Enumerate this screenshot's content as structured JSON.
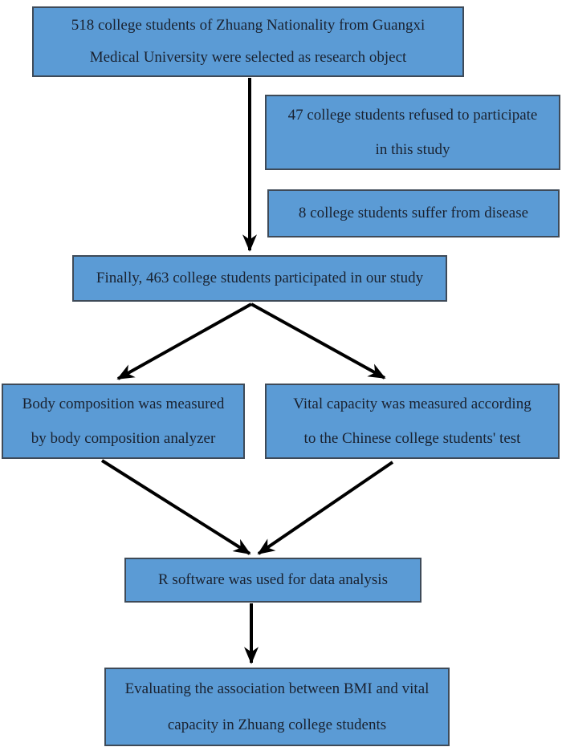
{
  "palette": {
    "background": "#ffffff",
    "node_fill": "#5b9bd5",
    "node_border": "#3e4a58",
    "text_color": "#1a2230",
    "arrow_color": "#000000"
  },
  "diagram": {
    "type": "flowchart",
    "nodes": {
      "selected": {
        "lines": [
          "518 college students of Zhuang Nationality from Guangxi",
          "Medical University were selected as research object"
        ]
      },
      "refused": {
        "lines": [
          "47 college students refused to participate",
          "in this study"
        ]
      },
      "disease": {
        "lines": [
          "8 college students suffer from disease"
        ]
      },
      "final": {
        "lines": [
          "Finally, 463 college students participated in our study"
        ]
      },
      "body_composition": {
        "lines": [
          "Body composition was measured",
          "by body composition analyzer"
        ]
      },
      "vital_capacity": {
        "lines": [
          "Vital capacity was measured according",
          "to the Chinese college students' test"
        ]
      },
      "analysis": {
        "lines": [
          "R software was used for data analysis"
        ]
      },
      "evaluation": {
        "lines": [
          "Evaluating the association between BMI and vital",
          "capacity in Zhuang college students"
        ]
      }
    },
    "edges": [
      {
        "from": "selected",
        "to": "final"
      },
      {
        "from": "final",
        "to": "body_composition"
      },
      {
        "from": "final",
        "to": "vital_capacity"
      },
      {
        "from": "body_composition",
        "to": "analysis"
      },
      {
        "from": "vital_capacity",
        "to": "analysis"
      },
      {
        "from": "analysis",
        "to": "evaluation"
      }
    ]
  }
}
